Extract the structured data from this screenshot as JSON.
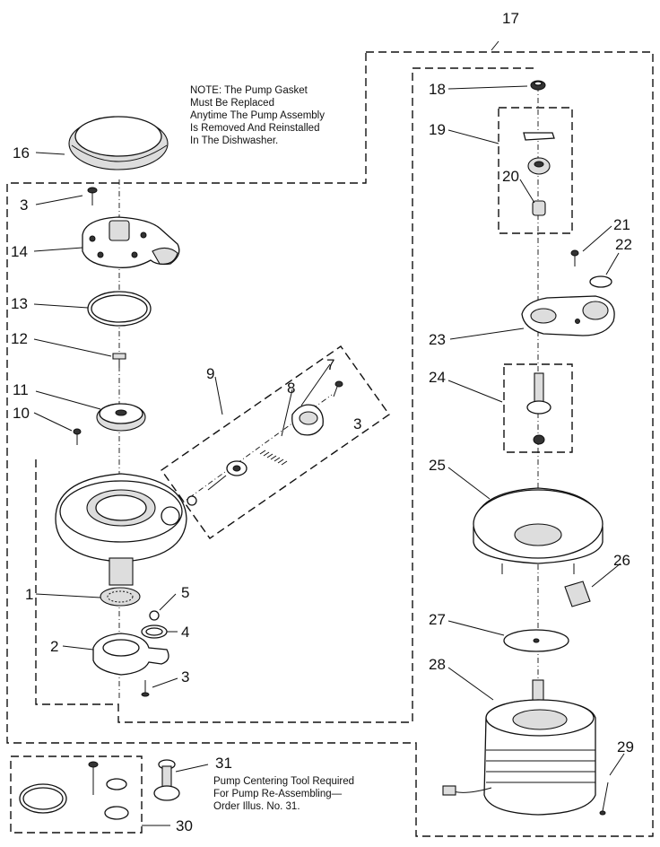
{
  "notes": {
    "gasket_note": [
      "NOTE: The Pump Gasket",
      "Must Be Replaced",
      "Anytime The Pump Assembly",
      "Is Removed And Reinstalled",
      "In The Dishwasher."
    ],
    "tool_note": [
      "Pump Centering Tool Required",
      "For Pump Re-Assembling—",
      "Order Illus. No. 31."
    ]
  },
  "callouts": {
    "c1": "1",
    "c2": "2",
    "c3a": "3",
    "c3b": "3",
    "c3c": "3",
    "c4": "4",
    "c5": "5",
    "c7": "7",
    "c8": "8",
    "c9": "9",
    "c10": "10",
    "c11": "11",
    "c12": "12",
    "c13": "13",
    "c14": "14",
    "c16": "16",
    "c17": "17",
    "c18": "18",
    "c19": "19",
    "c20": "20",
    "c21": "21",
    "c22": "22",
    "c23": "23",
    "c24": "24",
    "c25": "25",
    "c26": "26",
    "c27": "27",
    "c28": "28",
    "c29": "29",
    "c30": "30",
    "c31": "31"
  }
}
